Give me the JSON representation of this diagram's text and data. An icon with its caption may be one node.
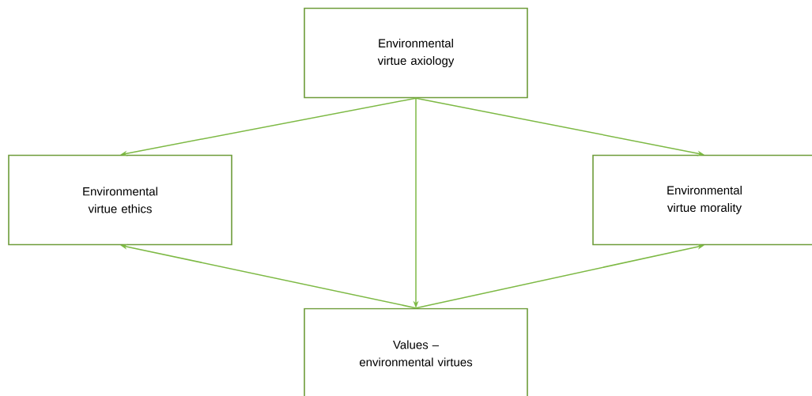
{
  "diagram": {
    "nodes": [
      {
        "text": [
          "Environmental virtue axiology"
        ]
      },
      {
        "text": [
          "Environmental virtue ethics"
        ]
      },
      {
        "text": [
          "Environmental virtue morality"
        ]
      },
      {
        "text": [
          "Values – environmental virtues"
        ]
      }
    ],
    "edges": [
      {
        "from": 0,
        "to": 1,
        "arrow": "to"
      },
      {
        "from": 0,
        "to": 2,
        "arrow": "to"
      },
      {
        "from": 0,
        "to": 3,
        "arrow": "to"
      },
      {
        "from": 3,
        "to": 1,
        "arrow": "to"
      },
      {
        "from": 3,
        "to": 2,
        "arrow": "to"
      }
    ]
  }
}
